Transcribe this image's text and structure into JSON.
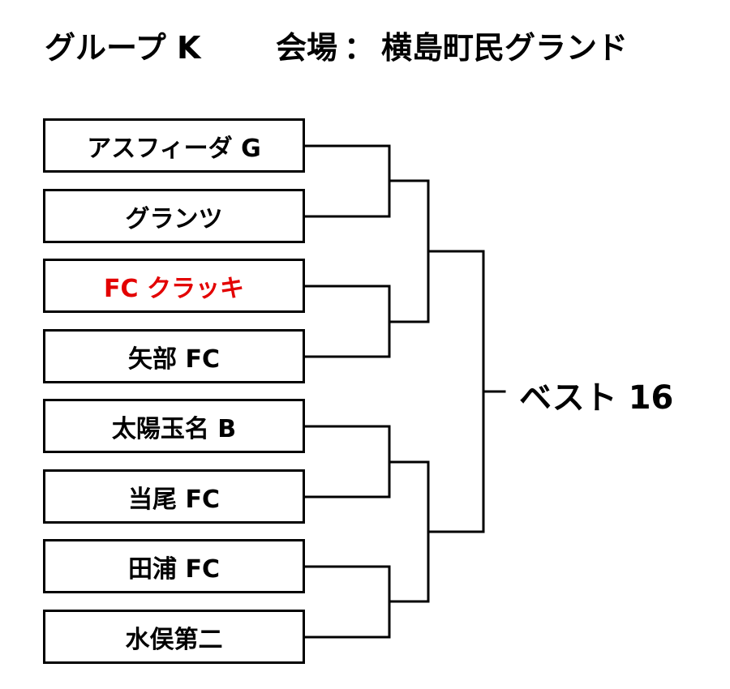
{
  "header": {
    "group_title": "グループ K",
    "venue_label": "会場",
    "venue_separator": "：",
    "venue_name": "横島町民グランド"
  },
  "teams": [
    {
      "name": "アスフィーダ G",
      "highlight": false
    },
    {
      "name": "グランツ",
      "highlight": false
    },
    {
      "name": "FC クラッキ",
      "highlight": true
    },
    {
      "name": "矢部 FC",
      "highlight": false
    },
    {
      "name": "太陽玉名 B",
      "highlight": false
    },
    {
      "name": "当尾 FC",
      "highlight": false
    },
    {
      "name": "田浦 FC",
      "highlight": false
    },
    {
      "name": "水俣第二",
      "highlight": false
    }
  ],
  "result": {
    "label": "ベスト 16"
  },
  "colors": {
    "highlight": "#e30000",
    "line": "#000000"
  }
}
